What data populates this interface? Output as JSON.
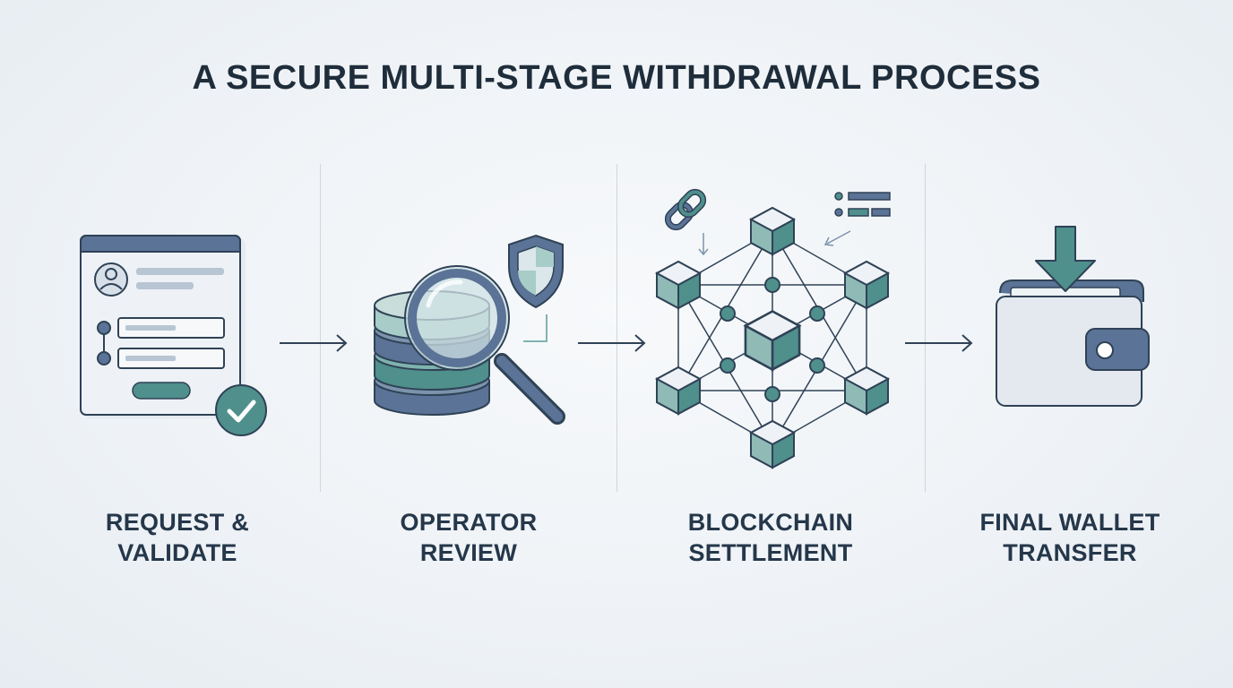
{
  "title": "A SECURE MULTI-STAGE WITHDRAWAL PROCESS",
  "colors": {
    "stroke": "#2f4256",
    "slate_blue": "#5a7396",
    "teal": "#4f8f8c",
    "light_teal": "#a8ccc8",
    "panel": "#e7edf3",
    "divider": "#cfd6dd"
  },
  "steps": [
    {
      "icon": "form-validate-icon",
      "label_line1": "REQUEST &",
      "label_line2": "VALIDATE"
    },
    {
      "icon": "database-review-icon",
      "label_line1": "OPERATOR",
      "label_line2": "REVIEW"
    },
    {
      "icon": "blockchain-network-icon",
      "label_line1": "BLOCKCHAIN",
      "label_line2": "SETTLEMENT"
    },
    {
      "icon": "wallet-transfer-icon",
      "label_line1": "FINAL WALLET",
      "label_line2": "TRANSFER"
    }
  ]
}
